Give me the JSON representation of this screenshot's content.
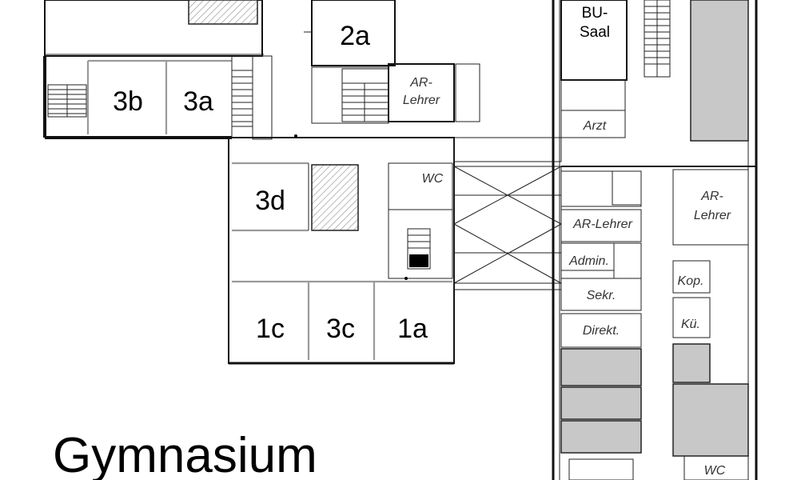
{
  "title": "Gymnasium",
  "rooms": {
    "r2a": "2a",
    "r3b": "3b",
    "r3a": "3a",
    "r3d": "3d",
    "r1c": "1c",
    "r3c": "3c",
    "r1a": "1a",
    "bu_saal_line1": "BU-",
    "bu_saal_line2": "Saal",
    "ar_lehrer_top_line1": "AR-",
    "ar_lehrer_top_line2": "Lehrer",
    "wc_center": "WC",
    "arzt": "Arzt",
    "ar_lehrer_mid": "AR-Lehrer",
    "ar_lehrer_right_line1": "AR-",
    "ar_lehrer_right_line2": "Lehrer",
    "admin": "Admin.",
    "sekr": "Sekr.",
    "direkt": "Direkt.",
    "kop": "Kop.",
    "kue": "Kü.",
    "wc_bottom": "WC"
  },
  "colors": {
    "shaded_room": "#c8c8c8",
    "walls": "#111111",
    "inner_walls": "#9a9a9a"
  }
}
